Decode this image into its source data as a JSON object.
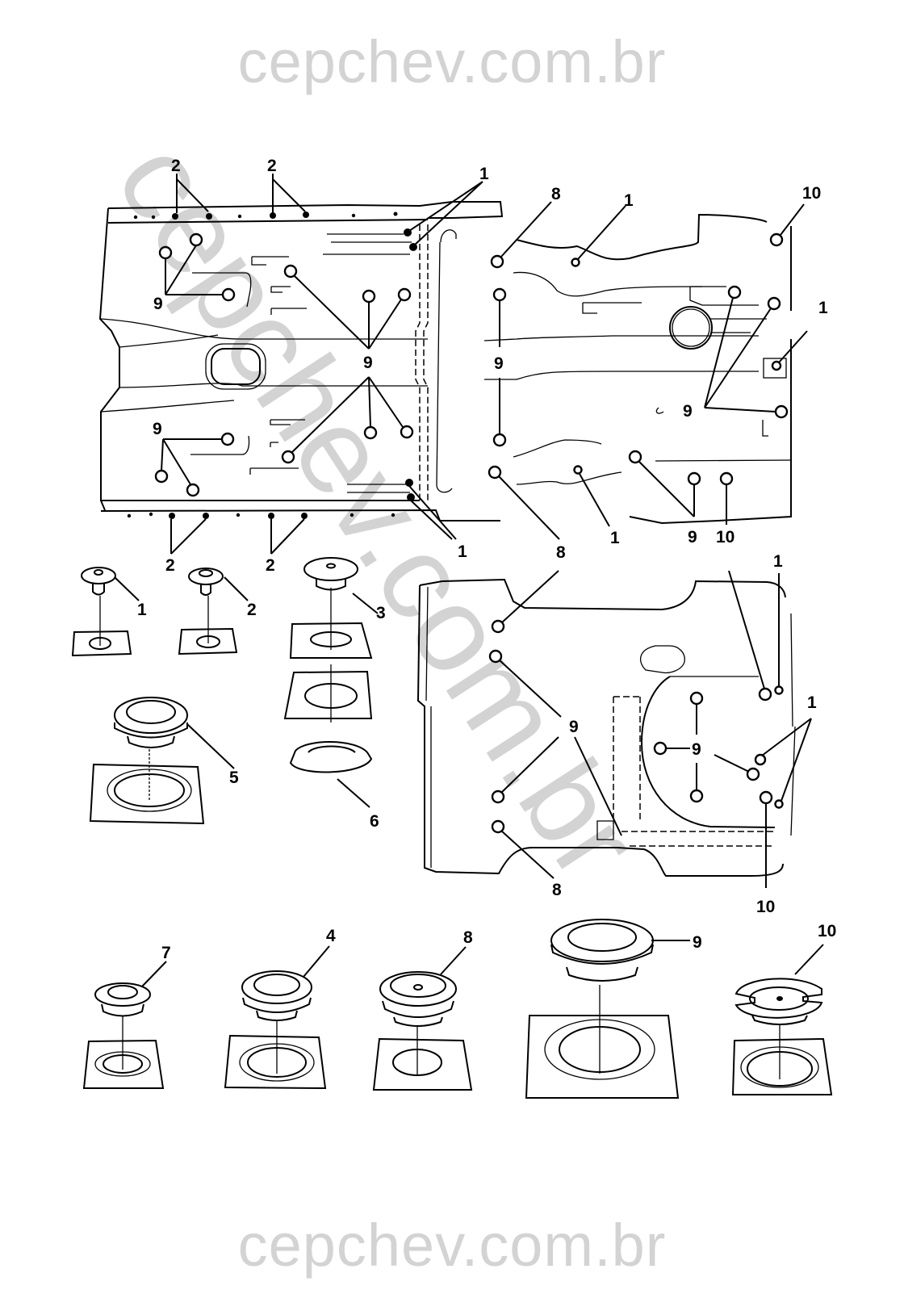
{
  "watermark": {
    "top_text": "cepchev.com.br",
    "bottom_text": "cepchev.com.br",
    "diagonal_text": "cepchev.com.br",
    "color": "#d3d3d3"
  },
  "diagram": {
    "title": "",
    "views": [
      {
        "id": "front-floor-pan",
        "callouts": [
          "2",
          "2",
          "1",
          "9",
          "9",
          "9",
          "9",
          "1",
          "2",
          "2"
        ]
      },
      {
        "id": "rear-floor-pan",
        "callouts": [
          "8",
          "1",
          "10",
          "9",
          "1",
          "9",
          "8",
          "1",
          "9",
          "10"
        ]
      },
      {
        "id": "trunk-floor-pan",
        "callouts": [
          "1",
          "8",
          "9",
          "9",
          "1",
          "8",
          "10"
        ]
      }
    ],
    "labels": {
      "top_left_2a": "2",
      "top_left_2b": "2",
      "top_mid_1": "1",
      "left_9_upper": "9",
      "center_9_upper": "9",
      "left_9_lower": "9",
      "bottom_2a": "2",
      "bottom_2b": "2",
      "bottom_mid_1": "1",
      "rear_8_top": "8",
      "rear_1_top": "1",
      "rear_10_top": "10",
      "rear_9_left": "9",
      "rear_1_right": "1",
      "rear_9_right": "9",
      "rear_8_bottom": "8",
      "rear_1_bottom": "1",
      "rear_9_bottom": "9",
      "rear_10_bottom": "10",
      "trunk_1_top": "1",
      "trunk_9_mid": "9",
      "trunk_9_center": "9",
      "trunk_1_right": "1",
      "trunk_8_bottom": "8",
      "trunk_10_bottom": "10"
    },
    "parts": [
      {
        "number": "1",
        "name": "plug-small-push"
      },
      {
        "number": "2",
        "name": "plug-small-push-ribbed"
      },
      {
        "number": "3",
        "name": "plug-medium-with-seal"
      },
      {
        "number": "4",
        "name": "plug-medium"
      },
      {
        "number": "5",
        "name": "plug-large"
      },
      {
        "number": "6",
        "name": "grommet-ring"
      },
      {
        "number": "7",
        "name": "grommet-open"
      },
      {
        "number": "8",
        "name": "plug-medium-center-dot"
      },
      {
        "number": "9",
        "name": "plug-extra-large"
      },
      {
        "number": "10",
        "name": "plug-twist-lock"
      }
    ]
  }
}
